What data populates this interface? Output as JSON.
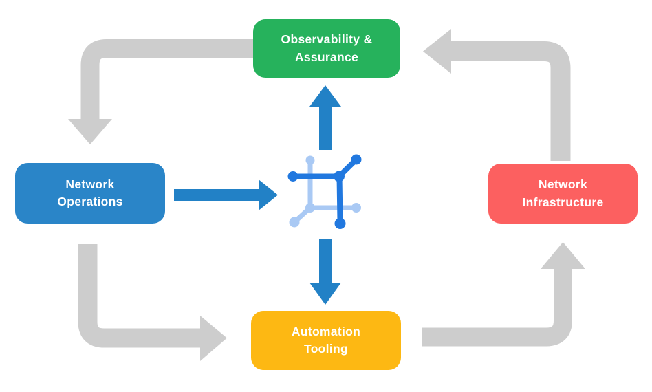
{
  "diagram": {
    "nodes": {
      "observability": {
        "label": "Observability &\nAssurance",
        "color": "#26B25C"
      },
      "operations": {
        "label": "Network\nOperations",
        "color": "#2A85C8"
      },
      "infrastructure": {
        "label": "Network\nInfrastructure",
        "color": "#FC6060"
      },
      "automation": {
        "label": "Automation\nTooling",
        "color": "#FDB813"
      }
    },
    "center_icon": "network-nodes-icon",
    "flows": [
      {
        "from": "Observability & Assurance",
        "to": "Network Operations",
        "style": "gray-cycle"
      },
      {
        "from": "Network Operations",
        "to": "Automation Tooling",
        "style": "gray-cycle"
      },
      {
        "from": "Automation Tooling",
        "to": "Network Infrastructure",
        "style": "gray-cycle"
      },
      {
        "from": "Network Infrastructure",
        "to": "Observability & Assurance",
        "style": "gray-cycle"
      },
      {
        "from": "Network Operations",
        "to": "center-icon",
        "style": "blue"
      },
      {
        "from": "center-icon",
        "to": "Observability & Assurance",
        "style": "blue"
      },
      {
        "from": "center-icon",
        "to": "Automation Tooling",
        "style": "blue"
      }
    ],
    "colors": {
      "node-green": "#26B25C",
      "node-blue": "#2A85C8",
      "node-red": "#FC6060",
      "node-yellow": "#FDB813",
      "node-text": "#FFFFFF",
      "arrow-gray": "#CDCDCD",
      "arrow-blue": "#2281C6",
      "icon-dark-blue": "#2178DF",
      "icon-light-blue": "#A9C9F4",
      "background": "#FFFFFF"
    }
  }
}
